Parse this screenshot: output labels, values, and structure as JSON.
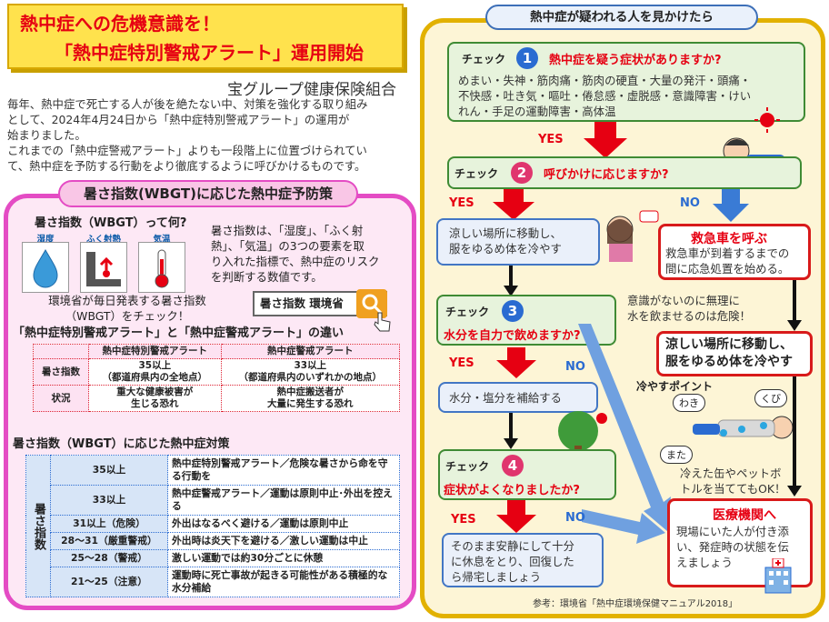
{
  "header": {
    "title_line1": "熱中症への危機意識を！",
    "title_line2": "「熱中症特別警戒アラート」運用開始",
    "organization": "宝グループ健康保険組合",
    "intro": [
      "毎年、熱中症で死亡する人が後を絶たない中、対策を強化する取り組み",
      "として、2024年4月24日から「熱中症特別警戒アラート」の運用が",
      "始まりました。",
      "これまでの「熱中症警戒アラート」よりも一段階上に位置づけられてい",
      "て、熱中症を予防する行動をより徹底するように呼びかけるものです。"
    ]
  },
  "wbgt_section": {
    "heading": "暑さ指数(WBGT)に応じた熱中症予防策",
    "question": "暑さ指数（WBGT）って何?",
    "icons": [
      {
        "label": "湿度",
        "icon": "water-drop-icon"
      },
      {
        "label": "ふく射熱",
        "icon": "radiant-heat-icon"
      },
      {
        "label": "気温",
        "icon": "thermometer-icon"
      }
    ],
    "description": [
      "暑さ指数は、「湿度」、「ふく射",
      "熱」、「気温」の3つの要素を取",
      "り入れた指標で、熱中症のリスク",
      "を判断する数値です。"
    ],
    "check_note": [
      "環境省が毎日発表する暑さ指数",
      "（WBGT）をチェック！"
    ],
    "search_text": "暑さ指数 環境省",
    "diff_title": "「熱中症特別警戒アラート」と「熱中症警戒アラート」の違い",
    "compare_table": {
      "headers": [
        "",
        "熱中症特別警戒アラート",
        "熱中症警戒アラート"
      ],
      "rows": [
        {
          "label": "暑さ指数",
          "special": [
            "35以上",
            "（都道府県内の全地点）"
          ],
          "normal": [
            "33以上",
            "（都道府県内のいずれかの地点）"
          ]
        },
        {
          "label": "状況",
          "special": [
            "重大な健康被害が",
            "生じる恐れ"
          ],
          "normal": [
            "熱中症搬送者が",
            "大量に発生する恐れ"
          ]
        }
      ]
    },
    "measures_title": "暑さ指数（WBGT）に応じた熱中症対策",
    "measures_side_label": "暑さ指数",
    "measures": [
      {
        "level": "35以上",
        "action": "熱中症特別警戒アラート／危険な暑さから命を守る行動を"
      },
      {
        "level": "33以上",
        "action": "熱中症警戒アラート／運動は原則中止･外出を控える"
      },
      {
        "level": "31以上（危険）",
        "action": "外出はなるべく避ける／運動は原則中止"
      },
      {
        "level": "28～31（厳重警戒）",
        "action": "外出時は炎天下を避ける／激しい運動は中止"
      },
      {
        "level": "25～28（警戒）",
        "action": "激しい運動では約30分ごとに休憩"
      },
      {
        "level": "21～25（注意）",
        "action": "運動時に死亡事故が起きる可能性がある積極的な水分補給"
      }
    ]
  },
  "flow": {
    "heading": "熱中症が疑われる人を見かけたら",
    "check_label": "チェック",
    "check1": {
      "num": "1",
      "question": "熱中症を疑う症状がありますか?",
      "symptoms": [
        "めまい・失神・筋肉痛・筋肉の硬直・大量の発汗・頭痛・",
        "不快感・吐き気・嘔吐・倦怠感・虚脱感・意識障害・けい",
        "れん・手足の運動障害・高体温"
      ]
    },
    "yes": "YES",
    "no": "NO",
    "check2": {
      "num": "2",
      "question": "呼びかけに応じますか?"
    },
    "cool_move": [
      "涼しい場所に移動し、",
      "服をゆるめ体を冷やす"
    ],
    "ambulance": {
      "title": "救急車を呼ぶ",
      "text": [
        "救急車が到着するまでの",
        "間に応急処置を始める。"
      ]
    },
    "check3": {
      "num": "3",
      "question": "水分を自力で飲めますか?"
    },
    "danger_note": [
      "意識がないのに無理に",
      "水を飲ませるのは危険！"
    ],
    "cool_move_bold": [
      "涼しい場所に移動し、",
      "服をゆるめ体を冷やす"
    ],
    "hydrate": "水分・塩分を補給する",
    "cooling_points": {
      "title": "冷やすポイント",
      "labels": [
        "わき",
        "くび",
        "また"
      ],
      "note": [
        "冷えた缶やペットボ",
        "トルを当ててもOK！"
      ]
    },
    "check4": {
      "num": "4",
      "question": "症状がよくなりましたか?"
    },
    "rest": [
      "そのまま安静にして十分",
      "に休息をとり、回復した",
      "ら帰宅しましょう"
    ],
    "hospital": {
      "title": "医療機関へ",
      "text": [
        "現場にいた人が付き添",
        "い、発症時の状態を伝",
        "えましょう"
      ]
    },
    "reference": "参考：環境省「熱中症環境保健マニュアル2018」"
  },
  "colors": {
    "red": "#e60012",
    "yellow": "#ffe24d",
    "pink": "#e44cc4",
    "gold": "#e2b100",
    "green": "#3f8b34",
    "blue": "#4276c4"
  }
}
